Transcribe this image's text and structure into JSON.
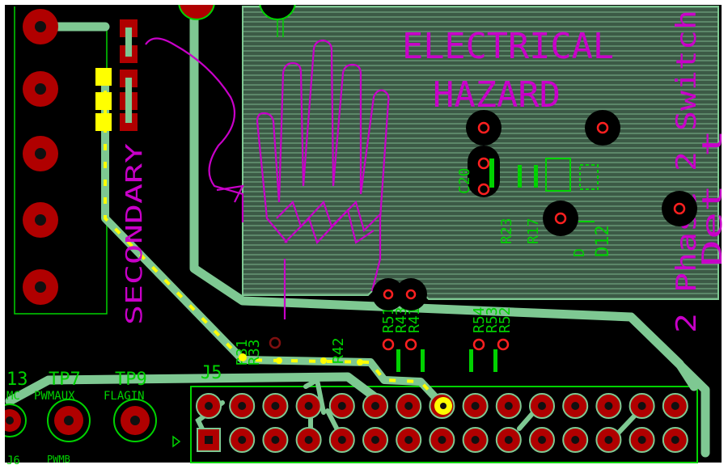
{
  "colors": {
    "board": "#000000",
    "copper_plane": "#3c5a46",
    "hatch": "#5e8a6c",
    "trace": "#7ec892",
    "pad": "#b00000",
    "hole": "#101010",
    "via": "#ff2020",
    "silk_purple": "#c800c8",
    "silk_green": "#00d200",
    "selected": "#ffff00"
  },
  "labels": {
    "hazard_line1": "ELECTRICAL",
    "hazard_line2": "HAZARD",
    "secondary": "SECONDARY",
    "phase_switch": "2 Phase 2 Switch",
    "phase_extra": "Det t",
    "tp13": "13",
    "tp7": "TP7",
    "tp9": "TP9",
    "j5": "J5",
    "mc": "MC",
    "pwmaux": "PWMAUX",
    "flagin": "FLAGIN",
    "pwmb": "PWMB",
    "j6": "J6",
    "c20": "C20",
    "r23": "R23",
    "r17": "R17",
    "d12": "D12",
    "d": "D",
    "r53": "R53",
    "r54": "R54",
    "r52": "R52",
    "r51": "R51",
    "r43": "R43",
    "r41": "R41",
    "r42": "R42",
    "r33": "R33",
    "r31": "R31"
  }
}
